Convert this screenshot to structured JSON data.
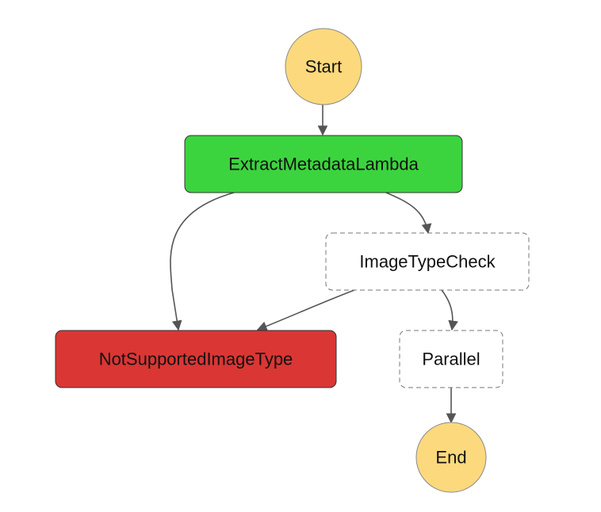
{
  "diagram": {
    "nodes": {
      "start": {
        "label": "Start",
        "shape": "circle",
        "fill": "#FDD97D",
        "stroke": "#8a8a8a",
        "state": "start"
      },
      "extract": {
        "label": "ExtractMetadataLambda",
        "shape": "rounded-rect",
        "fill": "#3BD43E",
        "stroke": "#333333",
        "state": "succeeded"
      },
      "check": {
        "label": "ImageTypeCheck",
        "shape": "rounded-rect",
        "fill": "#FFFFFF",
        "stroke": "#777777",
        "state": "not-executed"
      },
      "notsupported": {
        "label": "NotSupportedImageType",
        "shape": "rounded-rect",
        "fill": "#DA3634",
        "stroke": "#333333",
        "state": "failed"
      },
      "parallel": {
        "label": "Parallel",
        "shape": "rounded-rect",
        "fill": "#FFFFFF",
        "stroke": "#777777",
        "state": "not-executed"
      },
      "end": {
        "label": "End",
        "shape": "circle",
        "fill": "#FDD97D",
        "stroke": "#8a8a8a",
        "state": "end"
      }
    },
    "edges": [
      {
        "from": "start",
        "to": "extract"
      },
      {
        "from": "extract",
        "to": "notsupported"
      },
      {
        "from": "extract",
        "to": "check"
      },
      {
        "from": "check",
        "to": "notsupported"
      },
      {
        "from": "check",
        "to": "parallel"
      },
      {
        "from": "parallel",
        "to": "end"
      }
    ],
    "edge_color": "#555555"
  }
}
